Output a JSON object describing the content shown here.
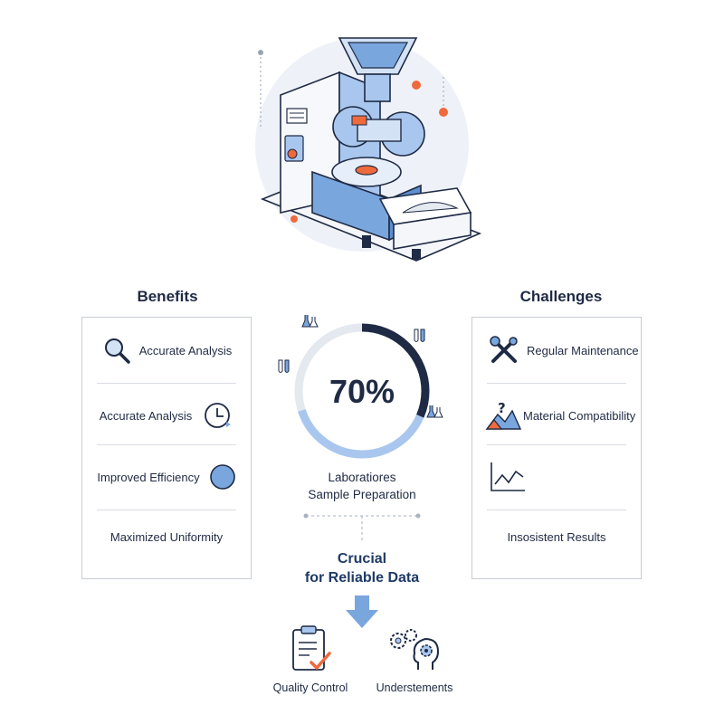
{
  "benefits": {
    "title": "Benefits",
    "items": [
      {
        "label": "Accurate Analysis",
        "icon": "magnifier-icon"
      },
      {
        "label": "Accurate Analysis",
        "icon": "clock-icon"
      },
      {
        "label": "Improved Efficiency",
        "icon": "circle-icon"
      },
      {
        "label": "Maximized Uniformity",
        "icon": ""
      }
    ]
  },
  "challenges": {
    "title": "Challenges",
    "items": [
      {
        "label": "Regular Maintenance",
        "icon": "wrench-screwdriver-icon"
      },
      {
        "label": "Material Compatibility",
        "icon": "question-mountain-icon"
      },
      {
        "label": "",
        "icon": "line-chart-icon"
      },
      {
        "label": "Insosistent Results",
        "icon": ""
      }
    ]
  },
  "donut": {
    "value_text": "70%",
    "percent": 70,
    "caption_line1": "Laboratiores",
    "caption_line2": "Sample Preparation"
  },
  "conclusion": {
    "line1": "Crucial",
    "line2": "for Reliable Data"
  },
  "outcomes": [
    {
      "label": "Quality Control",
      "icon": "clipboard-check-icon"
    },
    {
      "label": "Understements",
      "icon": "gears-head-icon"
    }
  ],
  "colors": {
    "navy": "#1f2a44",
    "accent_blue": "#7aa6de",
    "light_blue": "#a9c7ee",
    "orange": "#ee6a3c",
    "panel_border": "#c9cdd6"
  }
}
